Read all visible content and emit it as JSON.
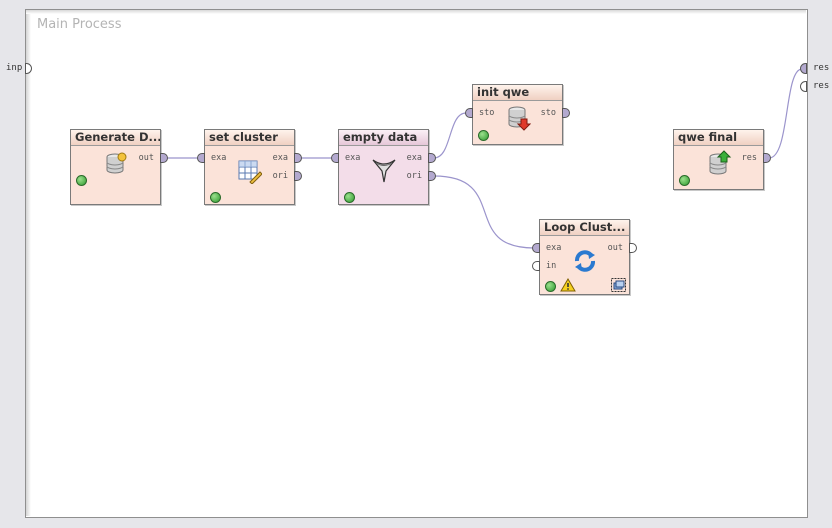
{
  "process": {
    "title": "Main Process"
  },
  "process_ports": {
    "input": [
      "inp"
    ],
    "output": [
      "res",
      "res"
    ]
  },
  "operators": {
    "generate": {
      "title": "Generate D...",
      "ports_out": [
        "out"
      ],
      "icon": "database-gear-icon"
    },
    "set_cluster": {
      "title": "set cluster",
      "ports_in": [
        "exa"
      ],
      "ports_out": [
        "exa",
        "ori"
      ],
      "icon": "table-edit-icon"
    },
    "empty_data": {
      "title": "empty data",
      "ports_in": [
        "exa"
      ],
      "ports_out": [
        "exa",
        "ori"
      ],
      "icon": "filter-funnel-icon"
    },
    "init_qwe": {
      "title": "init qwe",
      "ports_in": [
        "sto"
      ],
      "ports_out": [
        "sto"
      ],
      "icon": "database-store-icon"
    },
    "loop_cluster": {
      "title": "Loop Clust...",
      "ports_in": [
        "exa",
        "in"
      ],
      "ports_out": [
        "out"
      ],
      "icon": "loop-icon"
    },
    "qwe_final": {
      "title": "qwe final",
      "ports_out": [
        "res"
      ],
      "icon": "database-retrieve-icon"
    }
  },
  "colors": {
    "wire": "#9b94cc",
    "op_orange": "#fbe3d9",
    "op_pink": "#f3dde9",
    "port_connected": "#b3a9cf"
  }
}
